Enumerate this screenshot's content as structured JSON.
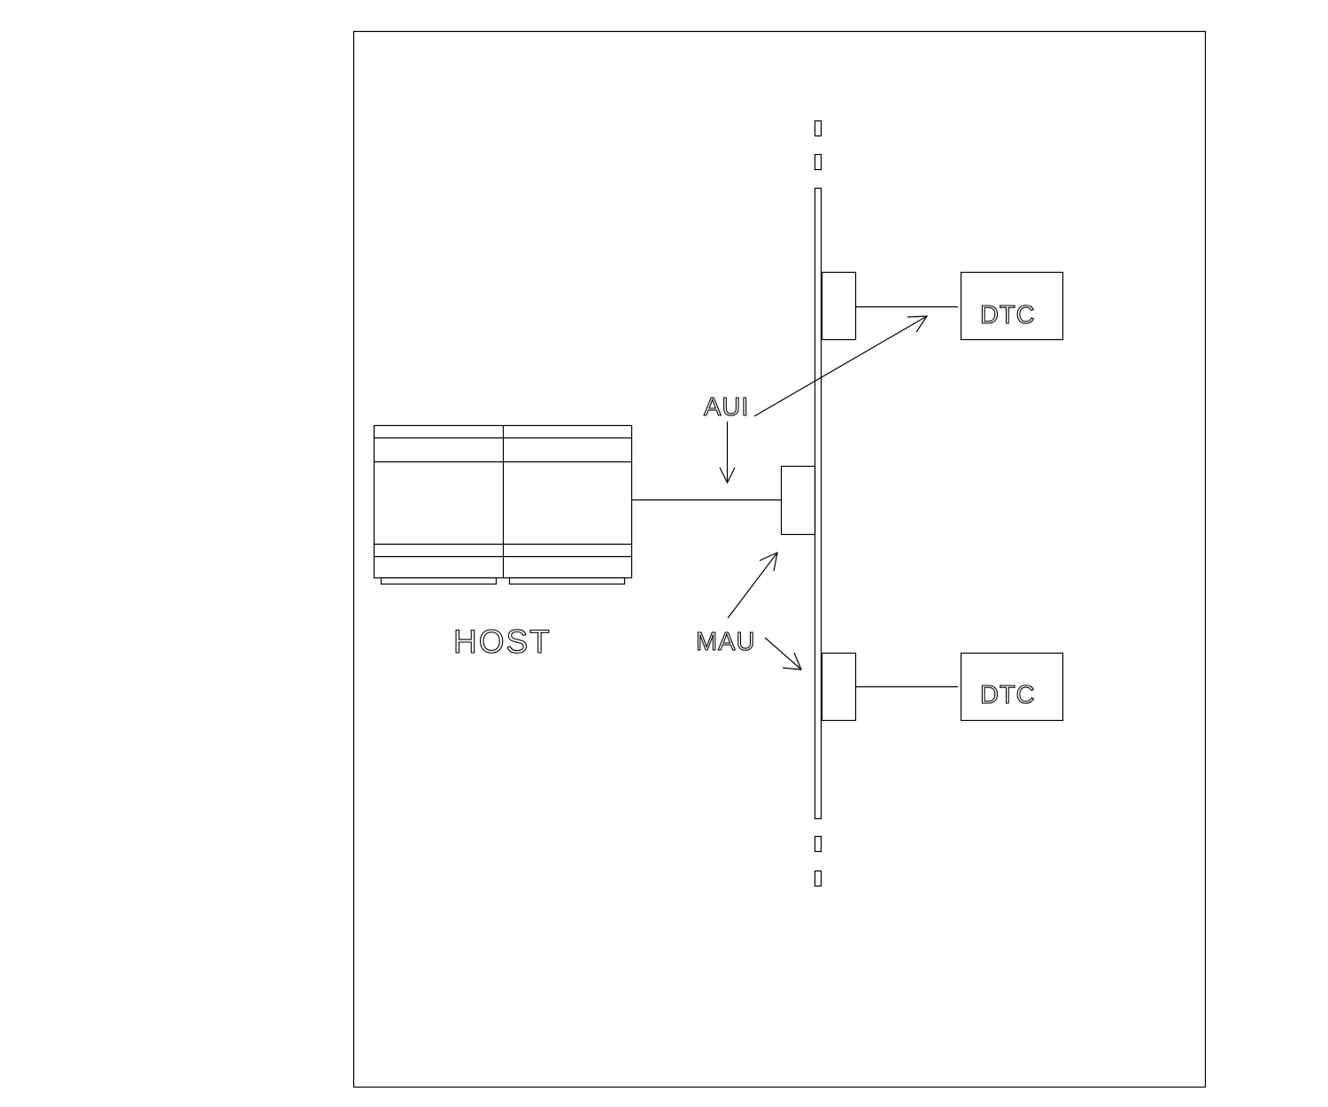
{
  "labels": {
    "host": "HOST",
    "aui": "AUI",
    "mau": "MAU",
    "dtc_top": "DTC",
    "dtc_bottom": "DTC"
  },
  "colors": {
    "stroke": "#000000",
    "background": "#ffffff"
  }
}
